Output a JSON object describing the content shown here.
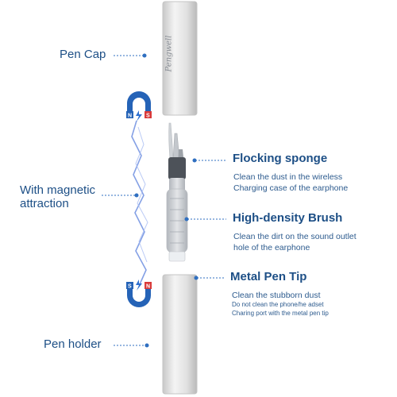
{
  "brand_text": "Pengwell",
  "labels": {
    "pen_cap": "Pen Cap",
    "magnetic": [
      "With magnetic",
      "attraction"
    ],
    "pen_holder": "Pen holder"
  },
  "callouts": [
    {
      "title": "Flocking sponge",
      "lines": [
        "Clean the dust in the wireless",
        "Charging case of the earphone"
      ]
    },
    {
      "title": "High-density Brush",
      "lines": [
        "Clean the dirt on the sound outlet",
        "hole of the earphone"
      ]
    },
    {
      "title": "Metal Pen Tip",
      "lines": [
        "Clean the stubborn dust"
      ],
      "small_lines": [
        "Do not clean the phone/he adset",
        "Charing port with the metal pen tip"
      ]
    }
  ],
  "magnets": {
    "top": {
      "left_pole": "N",
      "right_pole": "S"
    },
    "bottom": {
      "left_pole": "S",
      "right_pole": "N"
    }
  },
  "colors": {
    "label_text": "#1d4f86",
    "leader_line": "#2f6fc0",
    "magnet_blue": "#2563b7",
    "magnet_red": "#d93a3a",
    "lightning": "#6f8fe0",
    "pen_body": "#dcdcdc",
    "brush_gray": "#c9ccd1"
  },
  "icons": [
    "magnet-icon",
    "lightning-icon"
  ]
}
